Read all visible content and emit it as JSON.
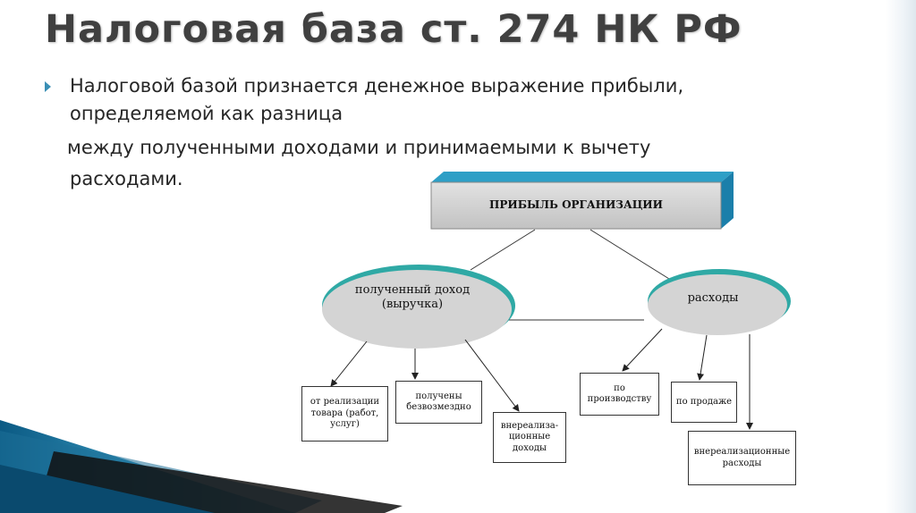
{
  "slide": {
    "title": "Налоговая база ст. 274 НК РФ",
    "bullet_line1": "Налоговой базой признается денежное выражение прибыли,",
    "bullet_line2": "определяемой как разница",
    "line3": "между полученными доходами  и принимаемыми к вычету",
    "line4": "расходами."
  },
  "diagram": {
    "top_label": "ПРИБЫЛЬ ОРГАНИЗАЦИИ",
    "income_label": "полученный доход (выручка)",
    "expense_label": "расходы",
    "income_items": [
      "от реализации товара (работ, услуг)",
      "получены безвозмездно",
      "внереализа-ционные доходы"
    ],
    "expense_items": [
      "по производству",
      "по продаже",
      "внереализационные расходы"
    ]
  },
  "colors": {
    "accent": "#3a8fb5",
    "ellipse_fill": "#d6d6d6",
    "ellipse_rim": "#2fa9a5",
    "header_fill": "#cfcfcf"
  }
}
